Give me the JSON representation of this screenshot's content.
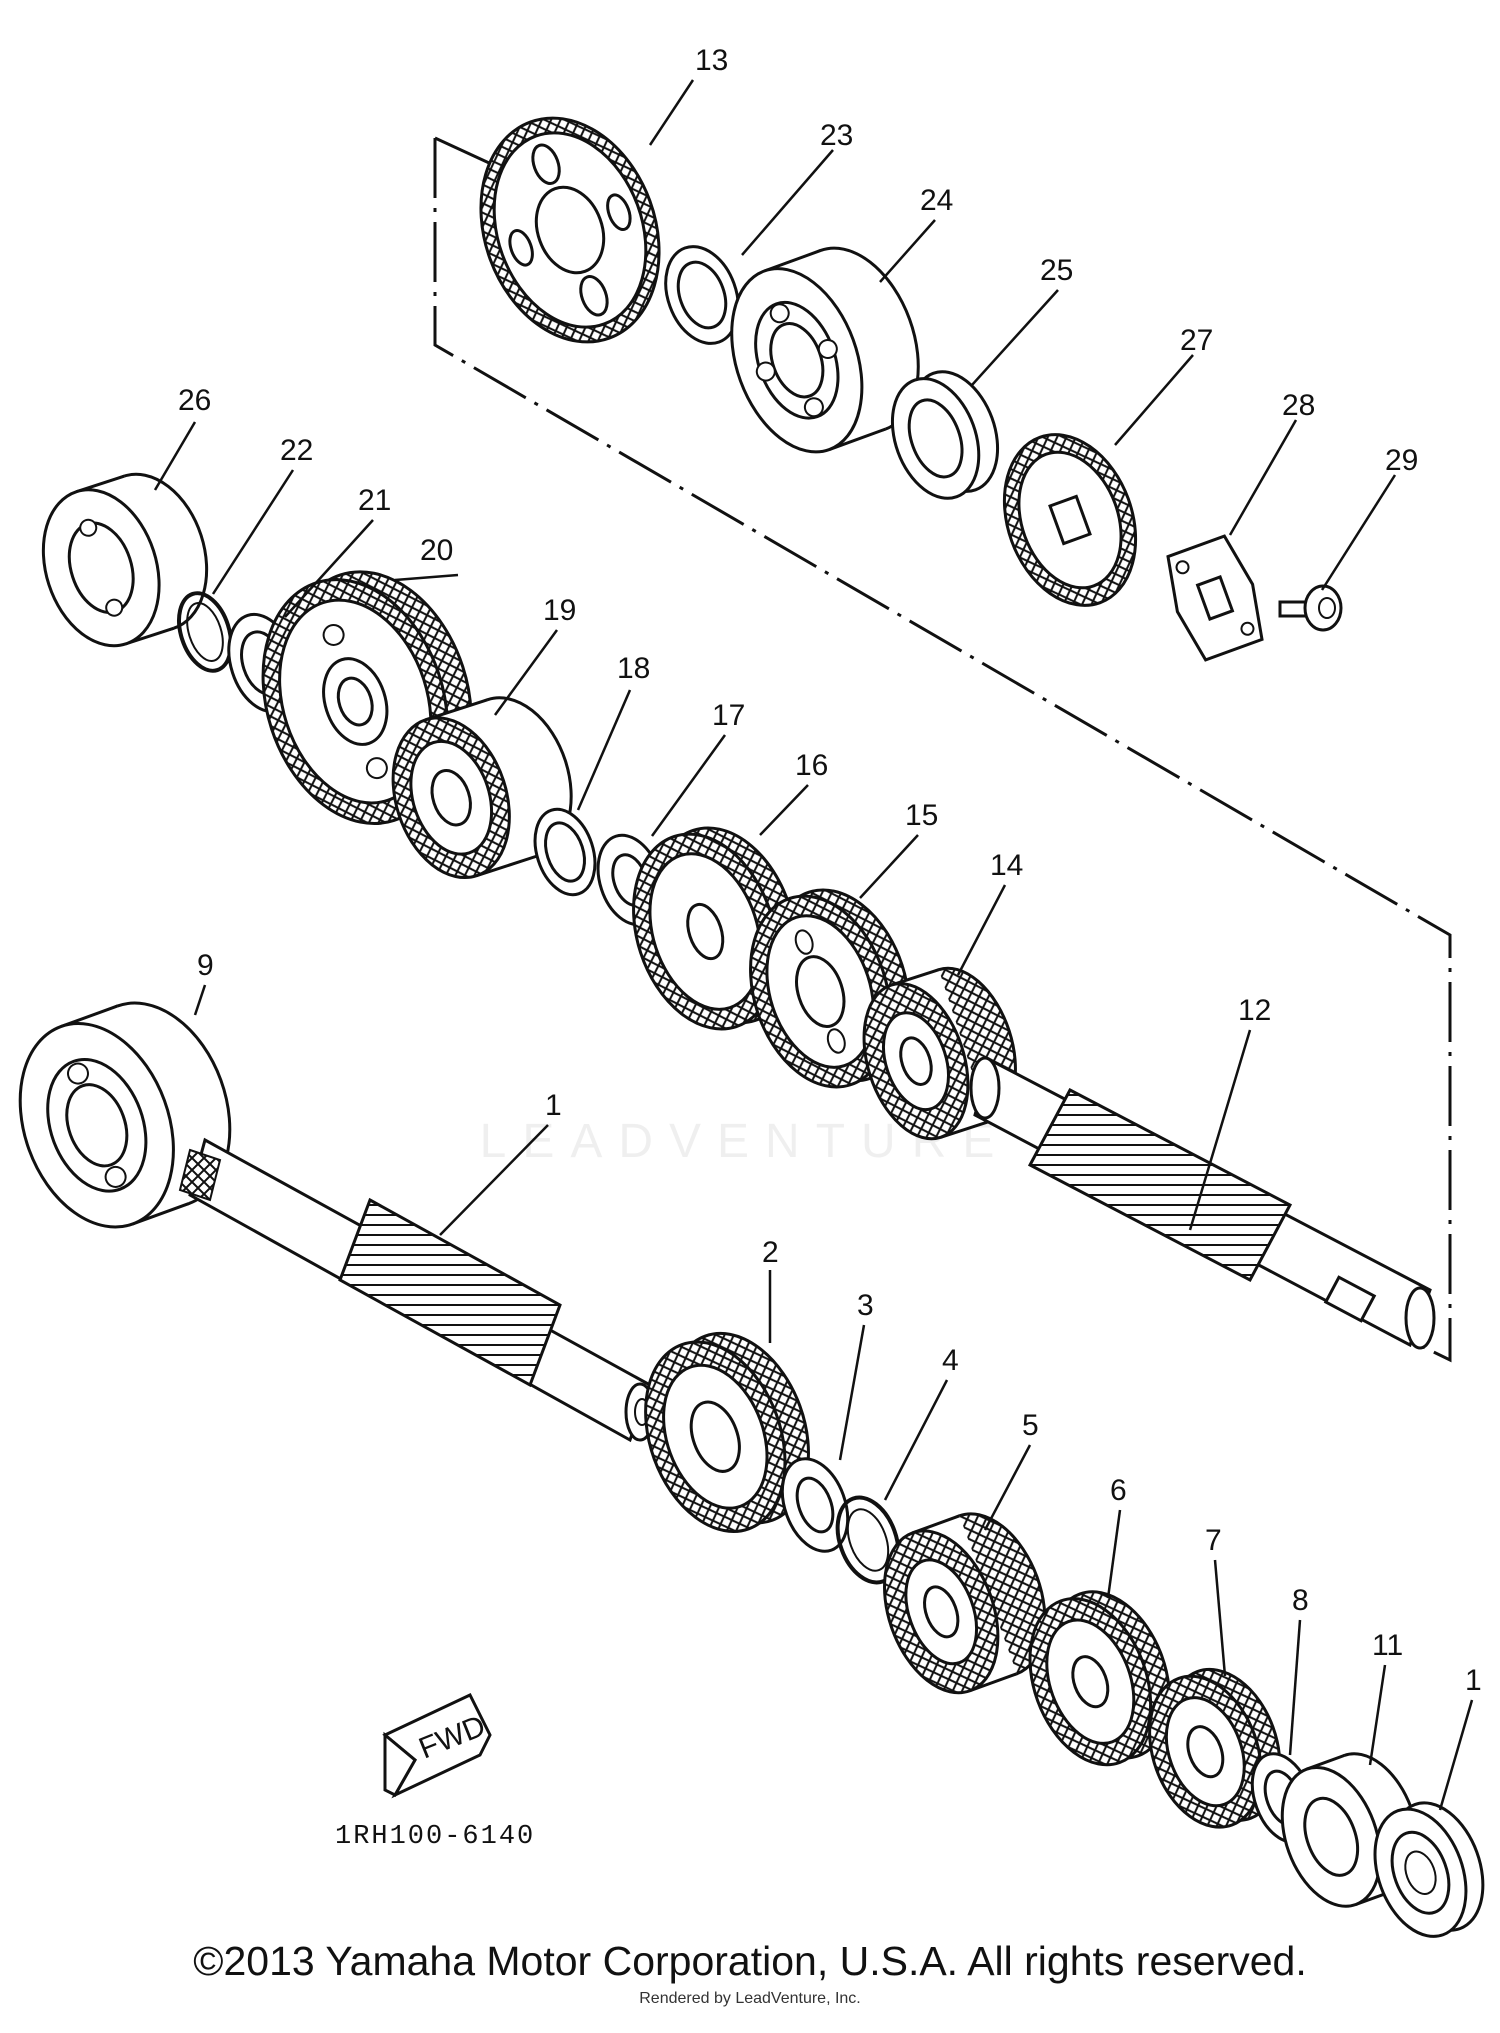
{
  "watermark": "LEADVENTURE",
  "diagram_code": "1RH100-6140",
  "fwd_label": "FWD",
  "copyright": "©2013 Yamaha Motor Corporation, U.S.A. All rights reserved.",
  "rendered_by": "Rendered by LeadVenture, Inc.",
  "callouts": {
    "c1": "1",
    "c1b": "1",
    "c2": "2",
    "c3": "3",
    "c4": "4",
    "c5": "5",
    "c6": "6",
    "c7": "7",
    "c8": "8",
    "c9": "9",
    "c11": "11",
    "c12": "12",
    "c13": "13",
    "c14": "14",
    "c15": "15",
    "c16": "16",
    "c17": "17",
    "c18": "18",
    "c19": "19",
    "c20": "20",
    "c21": "21",
    "c22": "22",
    "c23": "23",
    "c24": "24",
    "c25": "25",
    "c26": "26",
    "c27": "27",
    "c28": "28",
    "c29": "29"
  }
}
